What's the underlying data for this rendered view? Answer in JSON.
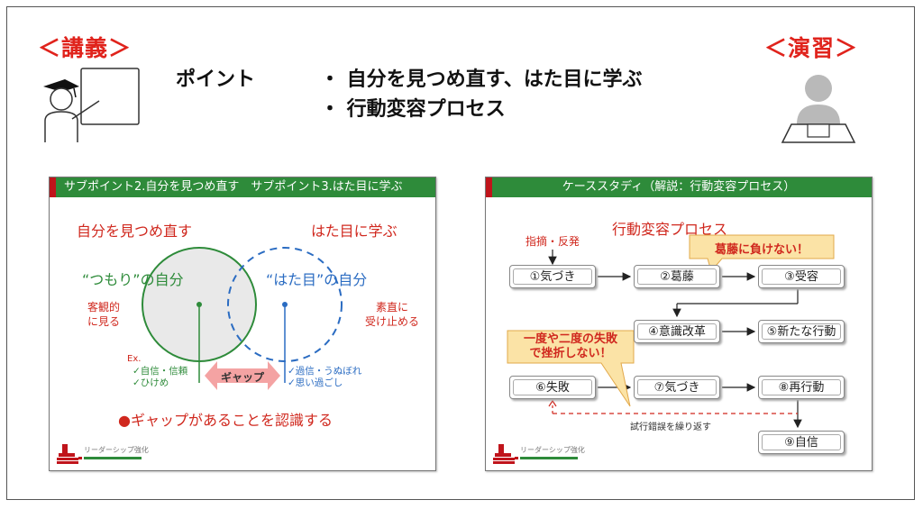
{
  "header": {
    "lecture_label": "＜講義＞",
    "exercise_label": "＜演習＞",
    "point_label": "ポイント",
    "points": [
      "・ 自分を見つめ直す、はた目に学ぶ",
      "・ 行動変容プロセス"
    ]
  },
  "slide_left": {
    "title": "サブポイント2.自分を見つめ直す　サブポイント3.はた目に学ぶ",
    "left_heading": "自分を見つめ直す",
    "right_heading": "はた目に学ぶ",
    "left_circle_label": "“つもり”の自分",
    "right_circle_label": "“はた目”の自分",
    "left_side_note": [
      "客観的",
      "に見る"
    ],
    "right_side_note": [
      "素直に",
      "受け止める"
    ],
    "ex_label": "Ex.",
    "left_examples": [
      "✓自信・信頼",
      "✓ひけめ"
    ],
    "right_examples": [
      "✓過信・うぬぼれ",
      "✓思い過ごし"
    ],
    "gap_label": "ギャップ",
    "conclusion": "●ギャップがあることを認識する",
    "footer_text": "リーダーシップ強化"
  },
  "slide_right": {
    "title": "ケーススタディ（解説：行動変容プロセス）",
    "heading": "行動変容プロセス",
    "trigger_label": "指摘・反発",
    "callout_top": "葛藤に負けない！",
    "callout_left": [
      "一度や二度の失敗",
      "で挫折しない！"
    ],
    "boxes": [
      "①気づき",
      "②葛藤",
      "③受容",
      "④意識改革",
      "⑤新たな行動",
      "⑥失敗",
      "⑦気づき",
      "⑧再行動",
      "⑨自信"
    ],
    "loop_label": "試行錯誤を繰り返す",
    "footer_text": "リーダーシップ強化"
  },
  "colors": {
    "accent_red": "#e0231c",
    "slide_green": "#2e8b3a",
    "circle_blue": "#2b6cc2",
    "gap_pink": "#f4a3a3",
    "callout_fill": "#fbe3a6"
  }
}
